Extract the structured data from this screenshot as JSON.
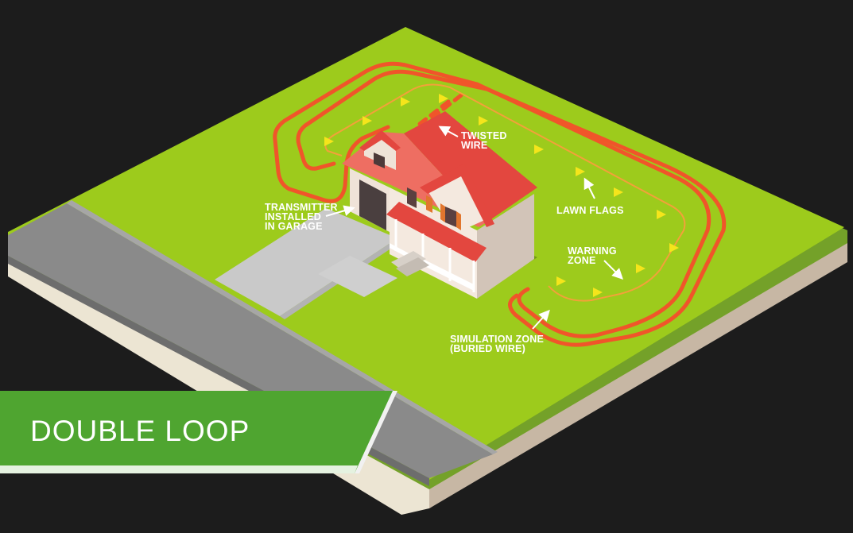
{
  "title": "DOUBLE LOOP",
  "callouts": {
    "twisted_wire": [
      "TWISTED",
      "WIRE"
    ],
    "transmitter": [
      "TRANSMITTER",
      "INSTALLED",
      "IN GARAGE"
    ],
    "lawn_flags": [
      "LAWN FLAGS"
    ],
    "warning_zone": [
      "WARNING",
      "ZONE"
    ],
    "simulation_zone": [
      "SIMULATION ZONE",
      "(BURIED WIRE)"
    ]
  },
  "colors": {
    "background": "#1c1c1c",
    "lawn": "#9ccb1a",
    "lawn_edge": "#6e9a2a",
    "soil": "#efe8d8",
    "road": "#858585",
    "buried_wire": "#f0552a",
    "warning_zone_line": "#f3a13a",
    "flag": "#f5e51b",
    "roof": "#e8524a",
    "house_wall": "#f2e6dc",
    "banner": "#4fa530"
  },
  "icons": [
    "lawn-flag-icon",
    "house-icon",
    "callout-arrow-icon"
  ]
}
